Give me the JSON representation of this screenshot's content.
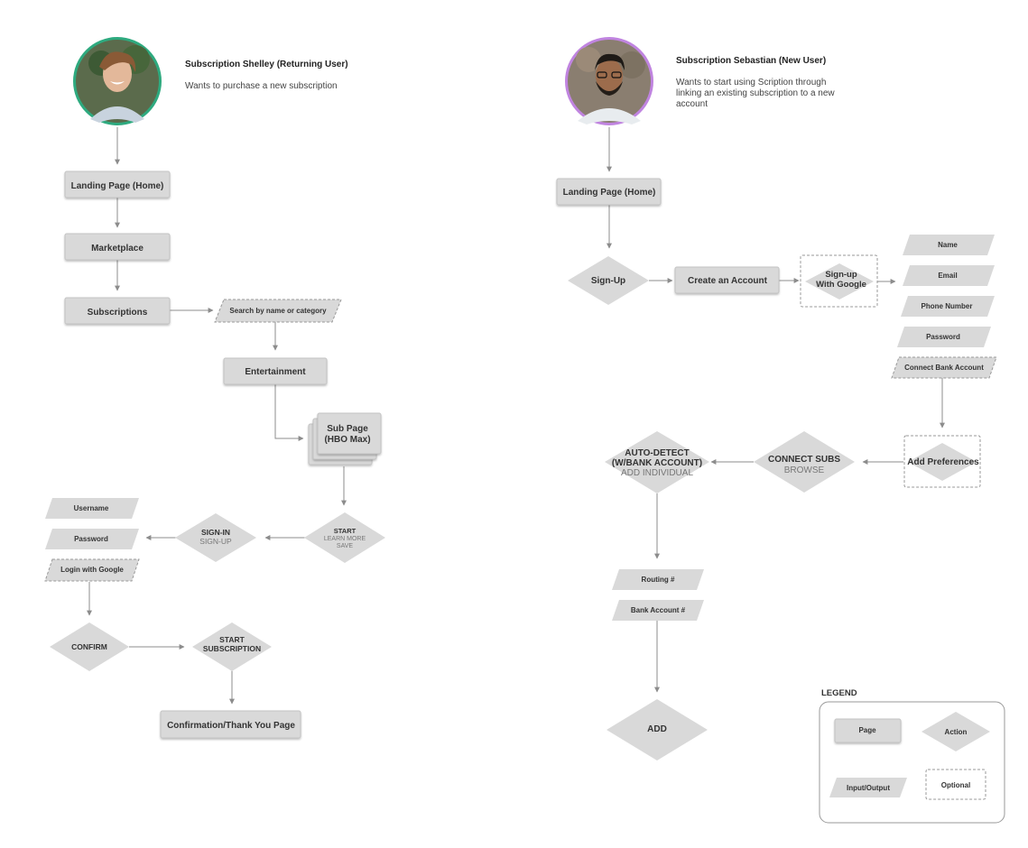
{
  "personas": [
    {
      "name": "Subscription Shelley (Returning User)",
      "goal": "Wants to purchase a new subscription",
      "ring_color": "#2eaa7f"
    },
    {
      "name": "Subscription Sebastian (New User)",
      "goal": "Wants to start using Scription through linking an existing subscription to a new account",
      "ring_color": "#c084e0"
    }
  ],
  "left_flow": {
    "landing": "Landing Page (Home)",
    "marketplace": "Marketplace",
    "subscriptions": "Subscriptions",
    "search": "Search by name or category",
    "entertainment": "Entertainment",
    "subpage_line1": "Sub Page",
    "subpage_line2": "(HBO Max)",
    "start": "START",
    "learn_more": "LEARN MORE",
    "save": "SAVE",
    "signin": "SIGN-IN",
    "signup": "SIGN-UP",
    "username": "Username",
    "password": "Password",
    "login_google": "Login with Google",
    "confirm": "CONFIRM",
    "start_sub_line1": "START",
    "start_sub_line2": "SUBSCRIPTION",
    "confirmation": "Confirmation/Thank You Page"
  },
  "right_flow": {
    "landing": "Landing Page (Home)",
    "signup": "Sign-Up",
    "create_account": "Create an Account",
    "google_line1": "Sign-up",
    "google_line2": "With Google",
    "name": "Name",
    "email": "Email",
    "phone": "Phone Number",
    "password": "Password",
    "connect_bank": "Connect Bank Account",
    "add_preferences": "Add Preferences",
    "connect_subs": "CONNECT SUBS",
    "browse": "BROWSE",
    "auto_line1": "AUTO-DETECT",
    "auto_line2": "(W/BANK ACCOUNT)",
    "add_individual": "ADD INDIVIDUAL",
    "routing": "Routing #",
    "bank_account": "Bank Account #",
    "add": "ADD"
  },
  "legend": {
    "title": "LEGEND",
    "page": "Page",
    "action": "Action",
    "io": "Input/Output",
    "optional": "Optional"
  }
}
